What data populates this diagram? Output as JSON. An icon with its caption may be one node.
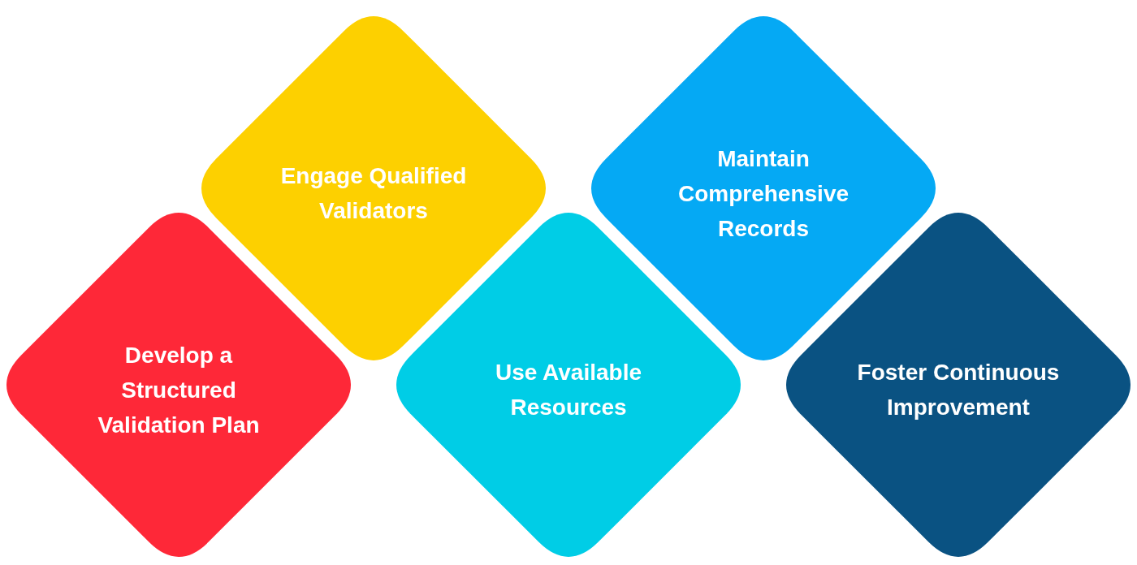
{
  "diagram": {
    "nodes": [
      {
        "text": [
          "Develop a Structured Validation Plan"
        ]
      },
      {
        "text": [
          "Engage Qualified Validators"
        ]
      },
      {
        "text": [
          "Use Available Resources"
        ]
      },
      {
        "text": [
          "Maintain Comprehensive Records"
        ]
      },
      {
        "text": [
          "Foster Continuous Improvement"
        ]
      }
    ]
  }
}
